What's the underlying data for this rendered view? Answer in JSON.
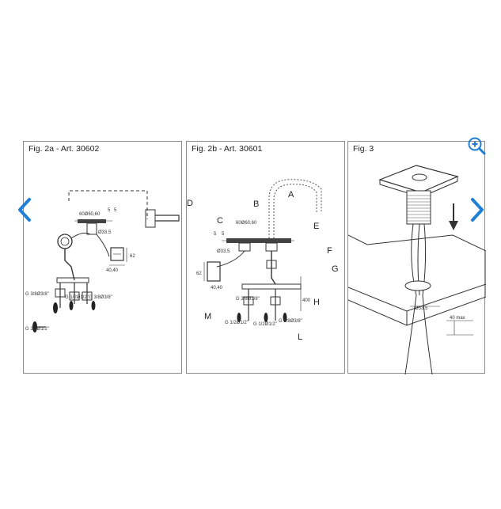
{
  "panels": [
    {
      "caption": "Fig. 2a - Art. 30602",
      "dims": {
        "top": "60Ø60,60",
        "s5a": "5",
        "s5b": "5",
        "d335": "Ø33.5",
        "v62": "62",
        "w4040": "40,40",
        "g38a": "G 3/8Ø3/8\"",
        "g12a": "G 1/2Ø1/2\"",
        "g38b": "G 3/8Ø3/8\"",
        "g12b": "G 1/2Ø1/2\""
      }
    },
    {
      "caption": "Fig. 2b - Art. 30601",
      "letters": [
        "A",
        "B",
        "C",
        "D",
        "E",
        "F",
        "G",
        "H",
        "L",
        "M"
      ],
      "dims": {
        "top": "60Ø60,60",
        "s5a": "5",
        "s5b": "5",
        "d335": "Ø33.5",
        "v62": "62",
        "w4040": "40,40",
        "v400": "400",
        "g38a": "G 3/8Ø3/8\"",
        "g12a": "G 1/2Ø1/2\"",
        "g12b": "G 1/2Ø1/2\"",
        "g38b": "G 3/8Ø3/8\""
      }
    },
    {
      "caption": "Fig. 3",
      "dims": {
        "d335": "Ø33.5",
        "max40": "40 max"
      }
    }
  ],
  "colors": {
    "accent": "#1f7fd6",
    "border": "#8a8a8a",
    "line": "#333333"
  },
  "icons": {
    "prev": "chevron-left-icon",
    "next": "chevron-right-icon",
    "zoom": "zoom-in-icon"
  }
}
